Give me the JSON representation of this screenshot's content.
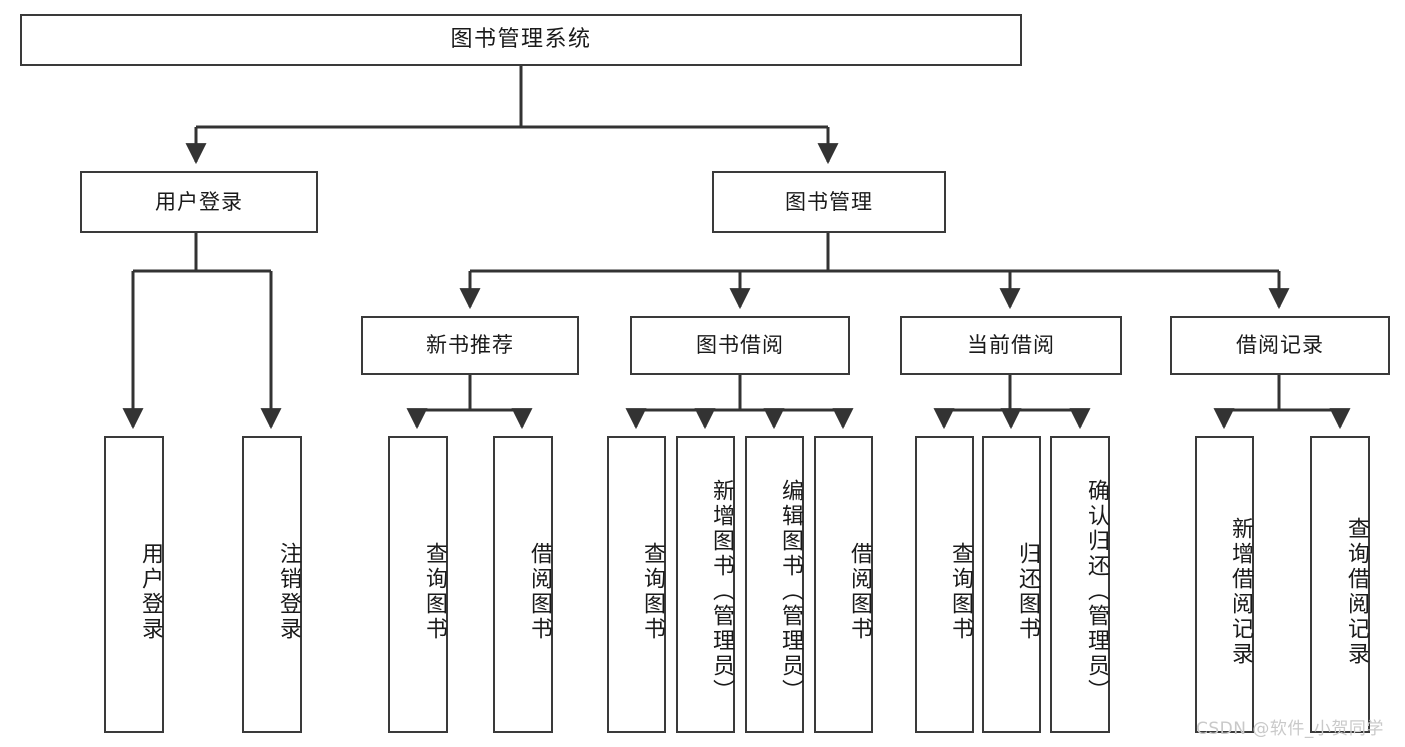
{
  "diagram": {
    "title": "图书管理系统",
    "type": "hierarchy-tree",
    "orientation": "top-down",
    "colors": {
      "box_border": "#3a3a3a",
      "box_fill": "#ffffff",
      "edge": "#333333",
      "text": "#1a1a1a",
      "watermark": "#c9c9c9",
      "background": "#ffffff"
    }
  },
  "watermark": {
    "text": "CSDN @软件_小贺同学"
  },
  "nodes": {
    "root": {
      "label": "图书管理系统",
      "level": 0
    },
    "level1": [
      {
        "id": "user-login",
        "label": "用户登录"
      },
      {
        "id": "book-manage",
        "label": "图书管理"
      }
    ],
    "level2": [
      {
        "id": "new-book-recommend",
        "label": "新书推荐",
        "parent": "book-manage"
      },
      {
        "id": "book-borrow",
        "label": "图书借阅",
        "parent": "book-manage"
      },
      {
        "id": "current-borrow",
        "label": "当前借阅",
        "parent": "book-manage"
      },
      {
        "id": "borrow-record",
        "label": "借阅记录",
        "parent": "book-manage"
      }
    ],
    "leaves": [
      {
        "id": "leaf-user-login",
        "label": "用户登录",
        "parent": "user-login"
      },
      {
        "id": "leaf-logout",
        "label": "注销登录",
        "parent": "user-login"
      },
      {
        "id": "leaf-query-book-1",
        "label": "查询图书",
        "parent": "new-book-recommend"
      },
      {
        "id": "leaf-borrow-book-1",
        "label": "借阅图书",
        "parent": "new-book-recommend"
      },
      {
        "id": "leaf-query-book-2",
        "label": "查询图书",
        "parent": "book-borrow"
      },
      {
        "id": "leaf-add-book",
        "label": "新增图书（管理员）",
        "parent": "book-borrow"
      },
      {
        "id": "leaf-edit-book",
        "label": "编辑图书（管理员）",
        "parent": "book-borrow"
      },
      {
        "id": "leaf-borrow-book-2",
        "label": "借阅图书",
        "parent": "book-borrow"
      },
      {
        "id": "leaf-query-book-3",
        "label": "查询图书",
        "parent": "current-borrow"
      },
      {
        "id": "leaf-return-book",
        "label": "归还图书",
        "parent": "current-borrow"
      },
      {
        "id": "leaf-confirm-return",
        "label": "确认归还（管理员）",
        "parent": "current-borrow"
      },
      {
        "id": "leaf-add-record",
        "label": "新增借阅记录",
        "parent": "borrow-record"
      },
      {
        "id": "leaf-query-record",
        "label": "查询借阅记录",
        "parent": "borrow-record"
      }
    ]
  }
}
